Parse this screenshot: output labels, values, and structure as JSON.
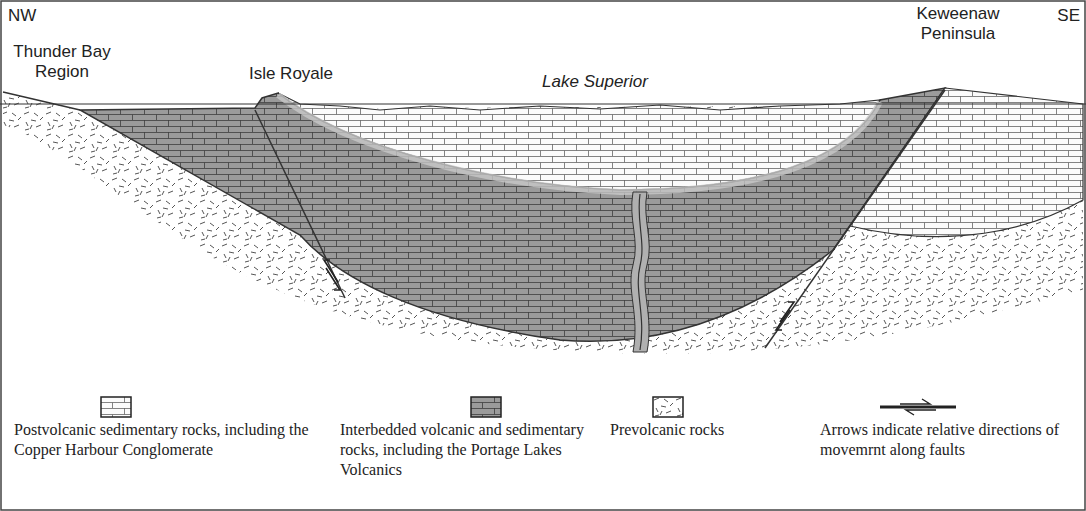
{
  "diagram": {
    "labels": [
      "NW",
      "SE",
      "Thunder Bay Region",
      "Isle Royale",
      "Lake Superior",
      "Keweenaw Peninsula"
    ],
    "legend": [
      {
        "text": "Postvolcanic sedimentary rocks, including the Copper Harbour Conglomerate"
      },
      {
        "text": "Interbedded volcanic and sedimentary rocks, including the Portage Lakes Volcanics"
      },
      {
        "text": "Prevolcanic rocks"
      },
      {
        "text": "Arrows indicate relative directions of movemrnt along faults"
      }
    ]
  }
}
